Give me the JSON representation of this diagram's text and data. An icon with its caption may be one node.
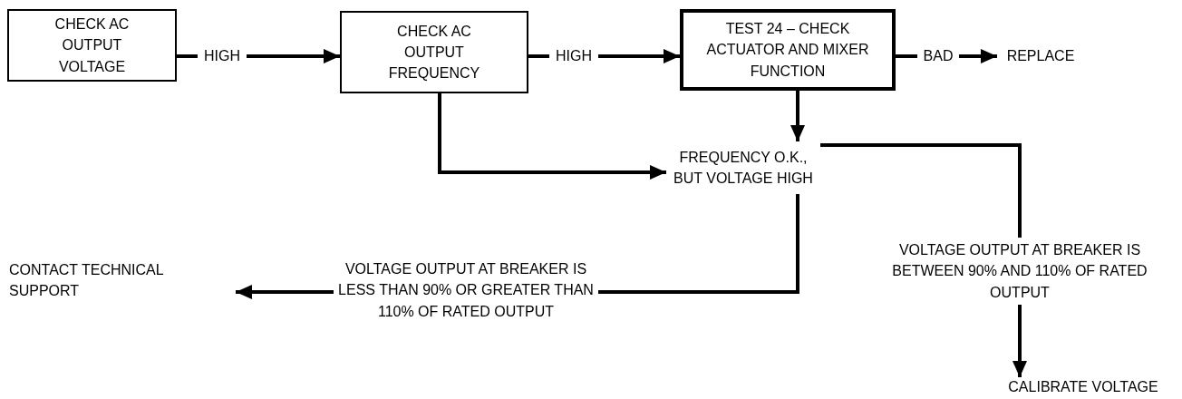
{
  "diagram": {
    "nodes": [
      {
        "text": [
          "CHECK AC OUTPUT VOLTAGE"
        ]
      },
      {
        "text": [
          "HIGH"
        ]
      },
      {
        "text": [
          "CHECK AC OUTPUT FREQUENCY"
        ]
      },
      {
        "text": [
          "HIGH"
        ]
      },
      {
        "text": [
          "TEST 24 – CHECK ACTUATOR AND MIXER FUNCTION"
        ]
      },
      {
        "text": [
          "BAD"
        ]
      },
      {
        "text": [
          "REPLACE"
        ]
      },
      {
        "text": [
          "FREQUENCY O.K., BUT VOLTAGE HIGH"
        ]
      },
      {
        "text": [
          "CONTACT TECHNICAL SUPPORT"
        ]
      },
      {
        "text": [
          "VOLTAGE OUTPUT AT BREAKER IS LESS THAN 90% OR GREATER THAN 110% OF RATED OUTPUT"
        ]
      },
      {
        "text": [
          "VOLTAGE OUTPUT AT BREAKER IS BETWEEN 90% AND 110% OF RATED OUTPUT"
        ]
      },
      {
        "text": [
          "CALIBRATE VOLTAGE"
        ]
      }
    ],
    "edges": [
      {
        "from": 0,
        "to": 1,
        "arrow": "none"
      },
      {
        "from": 1,
        "to": 2,
        "arrow": "to"
      },
      {
        "from": 2,
        "to": 3,
        "arrow": "none"
      },
      {
        "from": 3,
        "to": 4,
        "arrow": "to"
      },
      {
        "from": 4,
        "to": 5,
        "arrow": "none"
      },
      {
        "from": 5,
        "to": 6,
        "arrow": "to"
      },
      {
        "from": 4,
        "to": 7,
        "arrow": "to"
      },
      {
        "from": 2,
        "to": 7,
        "arrow": "to"
      },
      {
        "from": 7,
        "to": 9,
        "arrow": "none"
      },
      {
        "from": 9,
        "to": 8,
        "arrow": "to"
      },
      {
        "from": 7,
        "to": 10,
        "arrow": "none"
      },
      {
        "from": 10,
        "to": 11,
        "arrow": "to"
      }
    ]
  }
}
